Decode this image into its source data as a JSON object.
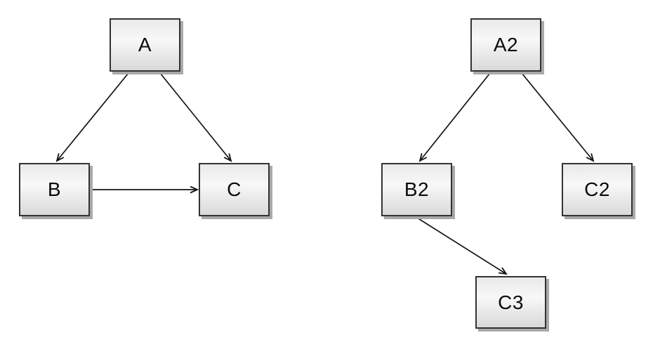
{
  "canvas": {
    "background_color": "#ffffff"
  },
  "styles": {
    "node_border_color": "#333333",
    "node_fill_light": "#f8f8f8",
    "node_fill_dark": "#d9d9d9",
    "node_shadow_color": "#a9a9a9",
    "edge_color": "#141414",
    "label_color": "#0c0c0c"
  },
  "diagrams": [
    {
      "id": "left-graph",
      "nodes": [
        {
          "id": "A",
          "label": "A"
        },
        {
          "id": "B",
          "label": "B"
        },
        {
          "id": "C",
          "label": "C"
        }
      ],
      "edges": [
        {
          "from": "A",
          "to": "B"
        },
        {
          "from": "A",
          "to": "C"
        },
        {
          "from": "B",
          "to": "C"
        }
      ]
    },
    {
      "id": "right-graph",
      "nodes": [
        {
          "id": "A2",
          "label": "A2"
        },
        {
          "id": "B2",
          "label": "B2"
        },
        {
          "id": "C2",
          "label": "C2"
        },
        {
          "id": "C3",
          "label": "C3"
        }
      ],
      "edges": [
        {
          "from": "A2",
          "to": "B2"
        },
        {
          "from": "A2",
          "to": "C2"
        },
        {
          "from": "B2",
          "to": "C3"
        }
      ]
    }
  ]
}
